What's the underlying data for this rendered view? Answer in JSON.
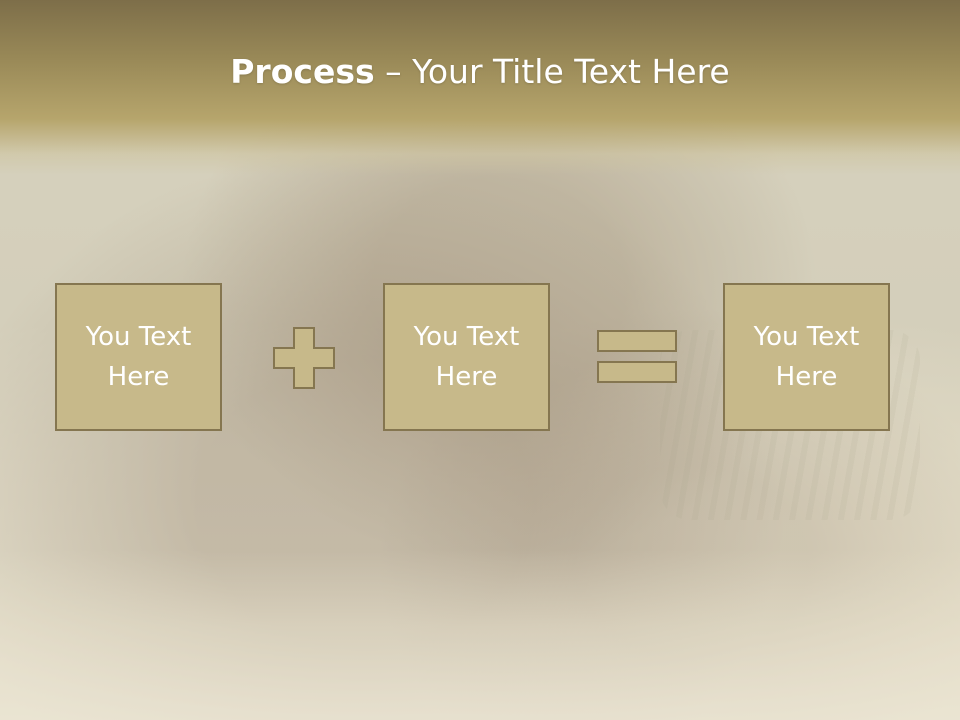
{
  "slide": {
    "title_bold": "Process",
    "title_rest": " – Your Title Text Here",
    "boxes": [
      {
        "label": "You Text Here"
      },
      {
        "label": "You Text Here"
      },
      {
        "label": "You Text Here"
      }
    ],
    "operators": [
      "plus-icon",
      "equals-icon"
    ]
  },
  "colors": {
    "box_fill": "#c7b98a",
    "box_border": "#857650",
    "header": "#9a8a58",
    "text": "#ffffff"
  }
}
